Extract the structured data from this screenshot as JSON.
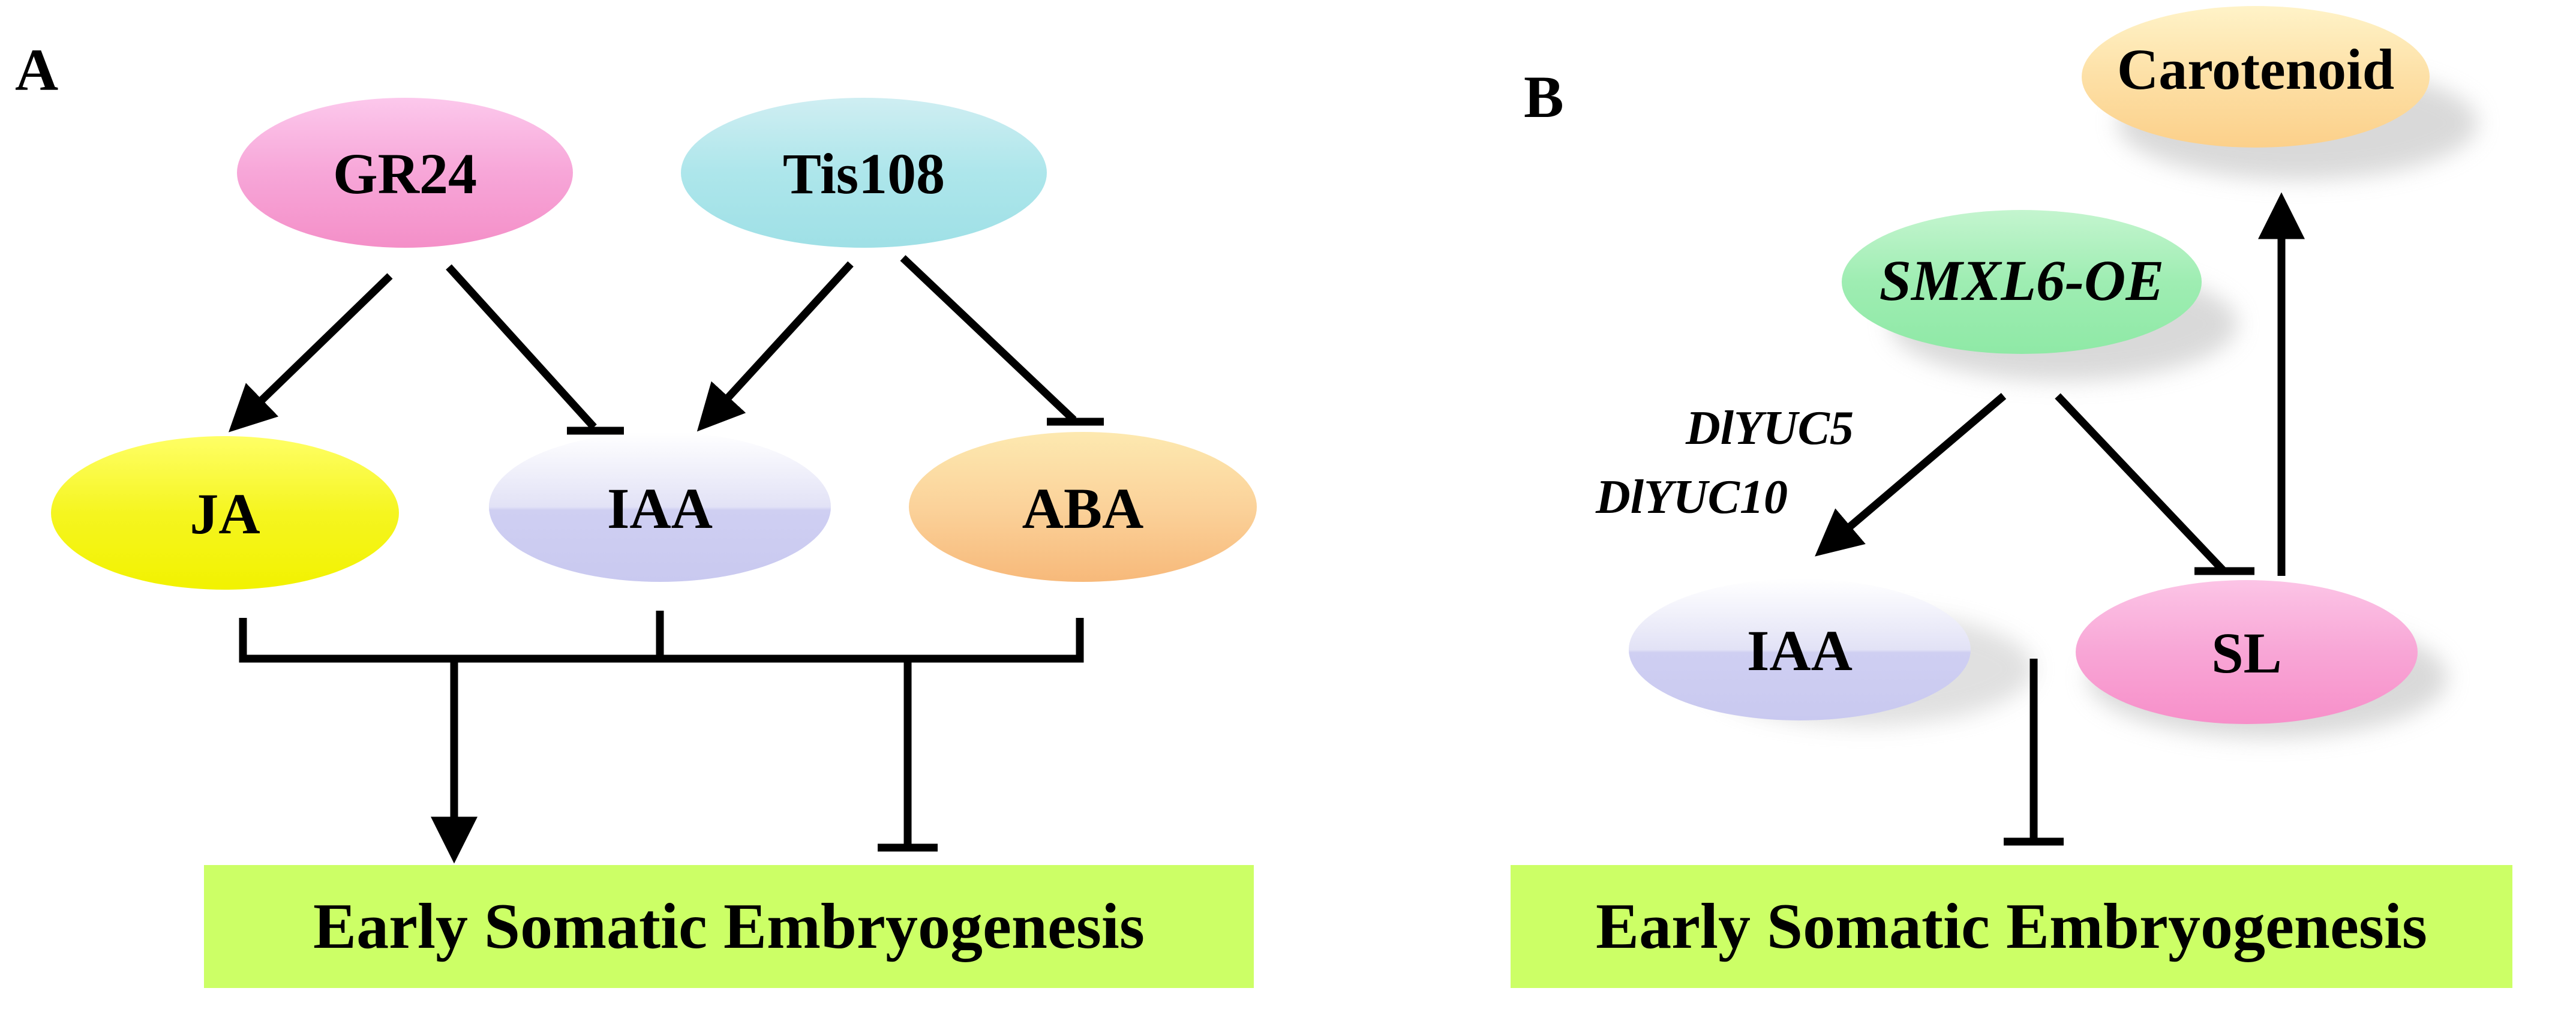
{
  "panel_a": {
    "label": "A",
    "nodes": {
      "gr24": "GR24",
      "tis108": "Tis108",
      "ja": "JA",
      "iaa": "IAA",
      "aba": "ABA"
    },
    "outcome": "Early Somatic Embryogenesis"
  },
  "panel_b": {
    "label": "B",
    "nodes": {
      "smxl6": "SMXL6-OE",
      "carotenoid": "Carotenoid",
      "iaa": "IAA",
      "sl": "SL"
    },
    "gene_labels": [
      "DlYUC5",
      "DlYUC10"
    ],
    "outcome": "Early Somatic Embryogenesis"
  },
  "colors": {
    "gr24": "#f48fc8",
    "tis108": "#9fe0e6",
    "ja": "#f2f200",
    "iaa": "#c9c9f0",
    "aba": "#f7b97a",
    "smxl6": "#8fe9a6",
    "carotenoid": "#fcd08a",
    "sl": "#f78fc9",
    "outcome_box": "#ccff66"
  }
}
